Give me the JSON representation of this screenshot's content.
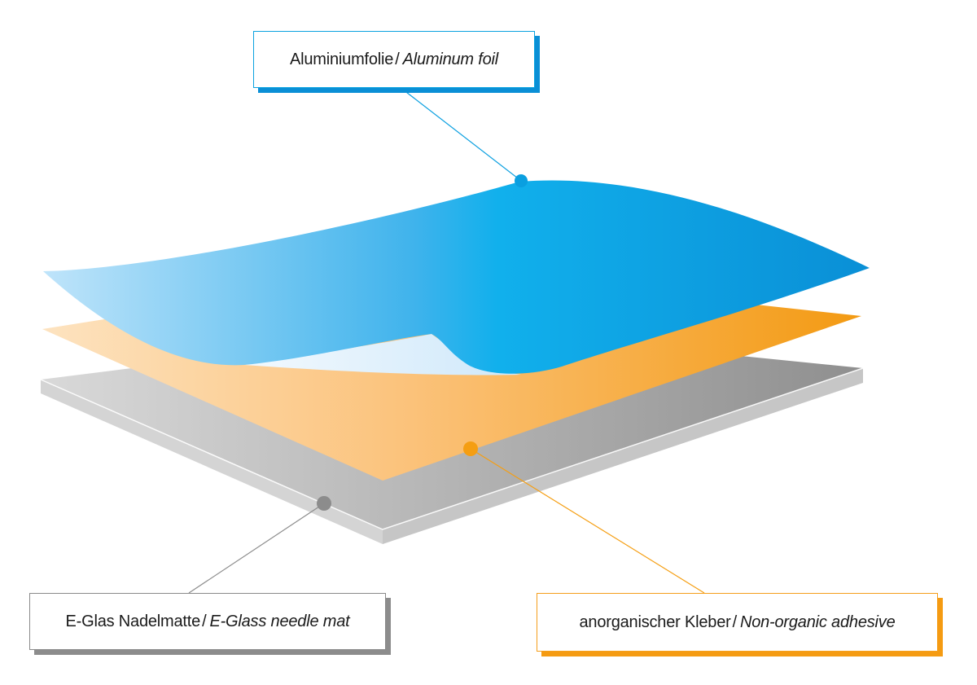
{
  "labels": {
    "foil": {
      "de": "Aluminiumfolie",
      "en": "Aluminum foil"
    },
    "glass": {
      "de": "E-Glas Nadelmatte",
      "en": "E-Glass needle mat"
    },
    "adhesive": {
      "de": "anorganischer Kleber",
      "en": "Non-organic adhesive"
    }
  },
  "separator": "/",
  "colors": {
    "foil": "#0a9fe0",
    "adhesive": "#f59e12",
    "glass": "#8c8c8c"
  }
}
